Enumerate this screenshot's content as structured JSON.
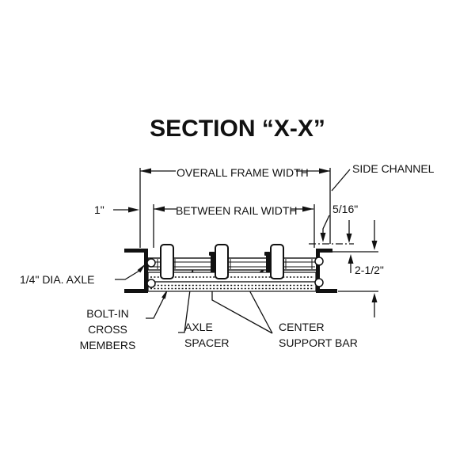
{
  "diagram": {
    "title": "SECTION “X-X”",
    "dims": {
      "overall": "OVERALL FRAME WIDTH",
      "between": "BETWEEN RAIL WIDTH",
      "one_inch": "1\"",
      "five_sixteenths": "5/16\"",
      "two_and_half": "2-1/2\""
    },
    "labels": {
      "side_channel": "SIDE CHANNEL",
      "axle": "1/4\" DIA. AXLE",
      "cross_members_1": "BOLT-IN",
      "cross_members_2": "CROSS",
      "cross_members_3": "MEMBERS",
      "axle_spacer_1": "AXLE",
      "axle_spacer_2": "SPACER",
      "support_bar_1": "CENTER",
      "support_bar_2": "SUPPORT BAR"
    },
    "colors": {
      "ink": "#111111",
      "background": "#ffffff"
    }
  }
}
